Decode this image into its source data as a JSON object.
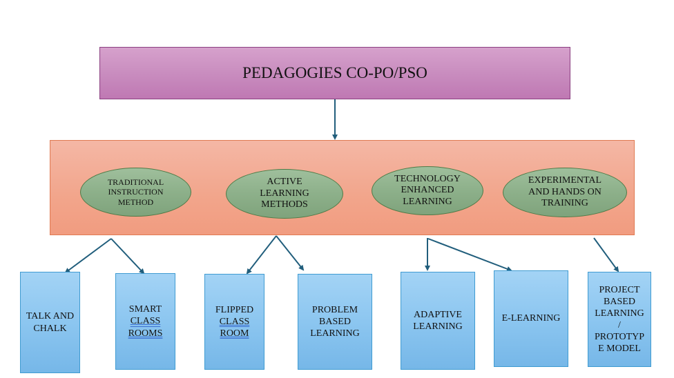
{
  "diagram": {
    "title": "PEDAGOGIES CO-PO/PSO",
    "colors": {
      "title_fill": "#c98dbf",
      "band_fill": "#f2a58b",
      "ellipse_fill": "#8db08a",
      "leaf_fill": "#8cc6f0",
      "connector": "#215e7c"
    },
    "categories": [
      {
        "lines": [
          "TRADITIONAL",
          "INSTRUCTION",
          "METHOD"
        ]
      },
      {
        "lines": [
          "ACTIVE",
          "LEARNING",
          "METHODS"
        ]
      },
      {
        "lines": [
          "TECHNOLOGY",
          "ENHANCED",
          "LEARNING"
        ]
      },
      {
        "lines": [
          "EXPERIMENTAL",
          "AND HANDS ON",
          "TRAINING"
        ]
      }
    ],
    "methods": [
      {
        "lines": [
          "TALK AND",
          "CHALK"
        ],
        "parent": "TRADITIONAL INSTRUCTION METHOD"
      },
      {
        "lines": [
          "SMART",
          "CLASS",
          "ROOMS"
        ],
        "parent": "TRADITIONAL INSTRUCTION METHOD"
      },
      {
        "lines": [
          "FLIPPED",
          "CLASS",
          "ROOM"
        ],
        "parent": "ACTIVE LEARNING METHODS"
      },
      {
        "lines": [
          "PROBLEM",
          "BASED",
          "LEARNING"
        ],
        "parent": "ACTIVE LEARNING METHODS"
      },
      {
        "lines": [
          "ADAPTIVE",
          "LEARNING"
        ],
        "parent": "TECHNOLOGY ENHANCED LEARNING"
      },
      {
        "lines": [
          "E-LEARNING"
        ],
        "parent": "TECHNOLOGY ENHANCED LEARNING"
      },
      {
        "lines": [
          "PROJECT",
          "BASED",
          "LEARNING",
          "/",
          "PROTOTYP",
          "E MODEL"
        ],
        "parent": "EXPERIMENTAL AND HANDS ON TRAINING"
      }
    ]
  }
}
